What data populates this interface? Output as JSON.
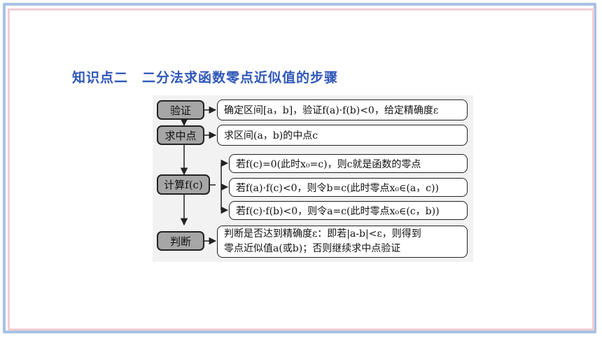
{
  "title": "知识点二　二分法求函数零点近似值的步骤",
  "steps": [
    {
      "label": "验证",
      "desc": "确定区间[a，b]，验证f(a)·f(b)<0，给定精确度ε"
    },
    {
      "label": "求中点",
      "desc": "求区间(a，b)的中点c"
    },
    {
      "label": "计算f(c)",
      "cases": [
        "若f(c)=0(此时x₀=c)，则c就是函数的零点",
        "若f(a)·f(c)<0，则令b=c(此时零点x₀∈(a，c))",
        "若f(c)·f(b)<0，则令a=c(此时零点x₀∈(c，b))"
      ]
    },
    {
      "label": "判断",
      "desc_lines": [
        "判断是否达到精确度ε：即若|a-b|<ε，则得到",
        "零点近似值a(或b)；否则继续求中点验证"
      ]
    }
  ],
  "colors": {
    "title": "#2f57b8",
    "step_fill": "#a6a6a6",
    "frame_outer": "#a7c2e4",
    "frame_inner": "#f1cdd6"
  }
}
